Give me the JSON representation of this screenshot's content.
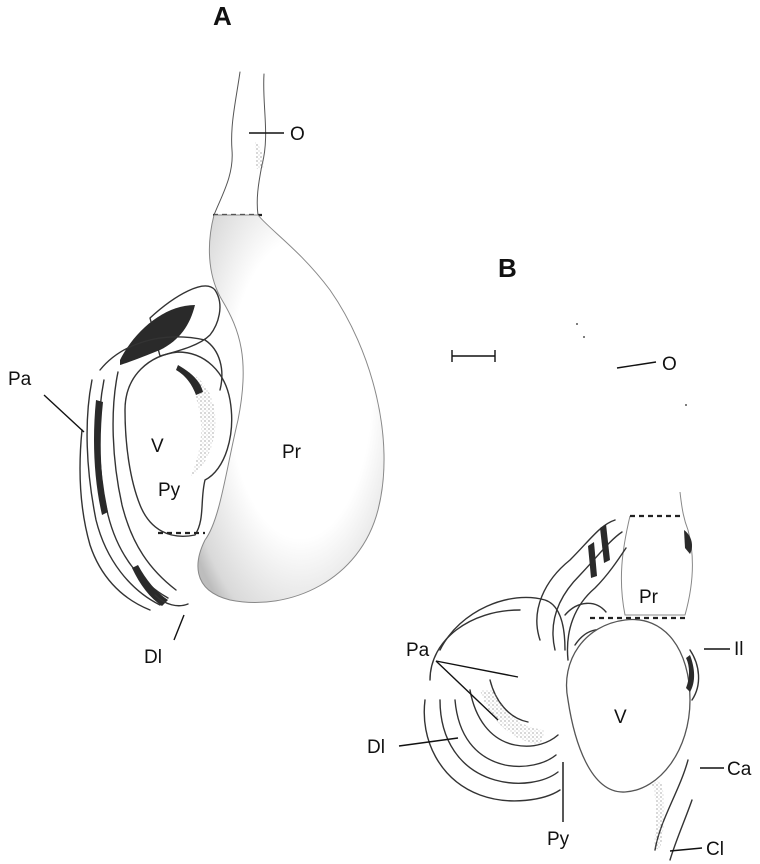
{
  "panel_a": {
    "title": "A",
    "labels": {
      "o": "O",
      "pa": "Pa",
      "v": "V",
      "pr": "Pr",
      "py": "Py",
      "dl": "Dl"
    }
  },
  "panel_b": {
    "title": "B",
    "labels": {
      "o": "O",
      "pr": "Pr",
      "il": "Il",
      "pa": "Pa",
      "v": "V",
      "dl": "Dl",
      "ca": "Ca",
      "py": "Py",
      "cl": "Cl"
    }
  },
  "colors": {
    "ink": "#111111",
    "shading": "#555555"
  }
}
